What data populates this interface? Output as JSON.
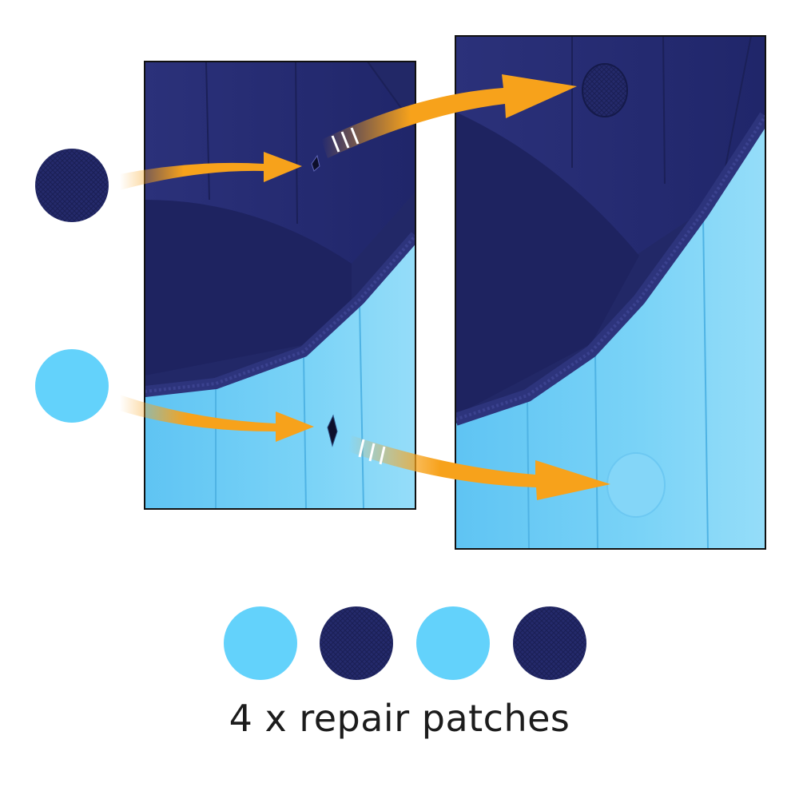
{
  "caption": "4 x repair patches",
  "colors": {
    "navy": "#242a6b",
    "navy_dark": "#1a1f55",
    "light_blue": "#63d2fb",
    "pool_blue": "#7dd0f5",
    "arrow": "#f7a21b",
    "frame": "#111111"
  },
  "patches": [
    {
      "color": "light-blue",
      "icon": "light-blue-patch"
    },
    {
      "color": "navy",
      "icon": "navy-patch"
    },
    {
      "color": "light-blue",
      "icon": "light-blue-patch"
    },
    {
      "color": "navy",
      "icon": "navy-patch"
    }
  ]
}
